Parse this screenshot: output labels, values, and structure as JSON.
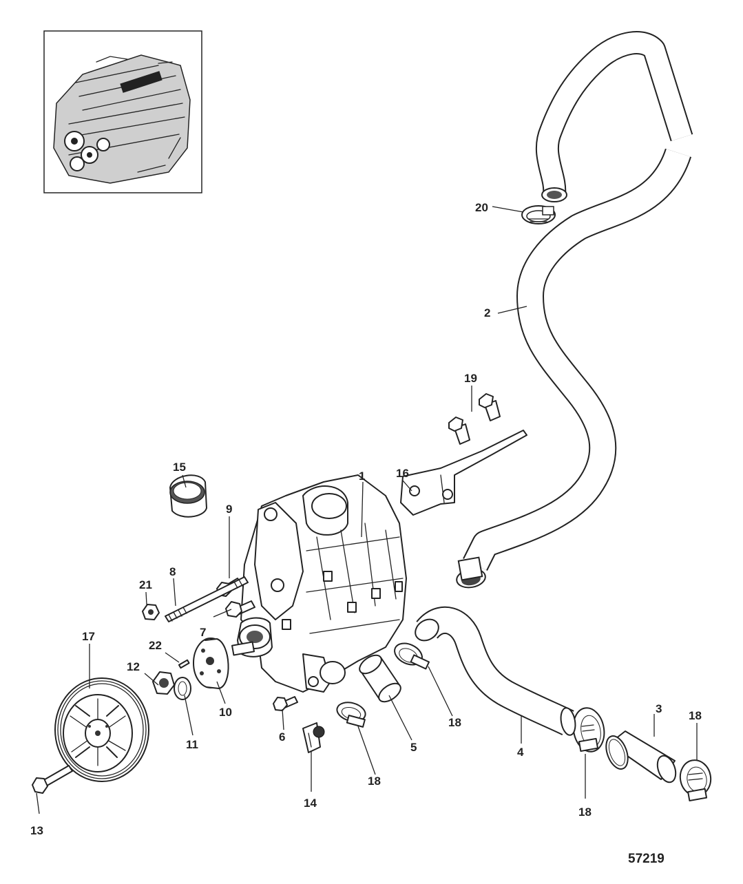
{
  "figure_number": "57219",
  "inset": {
    "icon": "engine-locator-thumbnail"
  },
  "callouts": [
    {
      "id": "c1",
      "text": "1"
    },
    {
      "id": "c2",
      "text": "2"
    },
    {
      "id": "c3",
      "text": "3"
    },
    {
      "id": "c4",
      "text": "4"
    },
    {
      "id": "c5",
      "text": "5"
    },
    {
      "id": "c6",
      "text": "6"
    },
    {
      "id": "c7",
      "text": "7"
    },
    {
      "id": "c8",
      "text": "8"
    },
    {
      "id": "c9",
      "text": "9"
    },
    {
      "id": "c10",
      "text": "10"
    },
    {
      "id": "c11",
      "text": "11"
    },
    {
      "id": "c12",
      "text": "12"
    },
    {
      "id": "c13",
      "text": "13"
    },
    {
      "id": "c14",
      "text": "14"
    },
    {
      "id": "c15",
      "text": "15"
    },
    {
      "id": "c16",
      "text": "16"
    },
    {
      "id": "c17",
      "text": "17"
    },
    {
      "id": "c18a",
      "text": "18"
    },
    {
      "id": "c18b",
      "text": "18"
    },
    {
      "id": "c18c",
      "text": "18"
    },
    {
      "id": "c18d",
      "text": "18"
    },
    {
      "id": "c19",
      "text": "19"
    },
    {
      "id": "c20",
      "text": "20"
    },
    {
      "id": "c21",
      "text": "21"
    },
    {
      "id": "c22",
      "text": "22"
    }
  ]
}
